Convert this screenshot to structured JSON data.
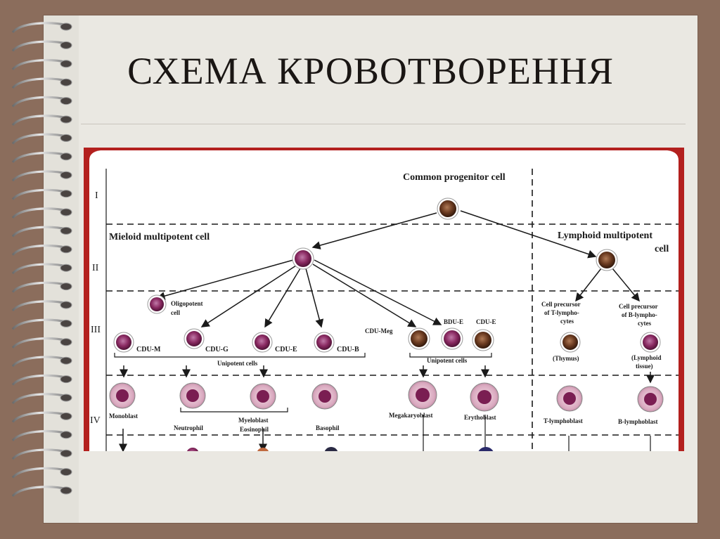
{
  "slide": {
    "title": "СХЕМА КРОВОТВОРЕННЯ"
  },
  "diagram": {
    "levels": [
      "I",
      "II",
      "III",
      "IV"
    ],
    "common": "Common progenitor cell",
    "myeloid": "Mieloid multipotent cell",
    "lymphoid_line1": "Lymphoid multipotent",
    "lymphoid_line2": "cell",
    "oligopotent_line1": "Oligopotent",
    "oligopotent_line2": "cell",
    "cdu_m": "CDU-M",
    "cdu_g": "CDU-G",
    "cdu_e": "CDU-E",
    "cdu_b": "CDU-B",
    "cdu_meg": "CDU-Meg",
    "bdu_e": "BDU-E",
    "cdu_e2": "CDU-E",
    "unipotent_1": "Unipotent cells",
    "unipotent_2": "Unipotent cells",
    "t_prec_line1": "Cell precursor",
    "t_prec_line2": "of T-lympho-",
    "t_prec_line3": "cytes",
    "b_prec_line1": "Cell precursor",
    "b_prec_line2": "of B-lympho-",
    "b_prec_line3": "cytes",
    "thymus": "(Thymus)",
    "lymphoid_tissue_line1": "(Lymphoid",
    "lymphoid_tissue_line2": "tissue)",
    "monoblast": "Monoblast",
    "neutrophil": "Neutrophil",
    "myeloblast": "Myeloblast",
    "eosinophil": "Eosinophil",
    "basophil": "Basophil",
    "megakaryoblast": "Megakaryoblast",
    "erythoblast": "Erythoblast",
    "t_lymphoblast": "T-lymphoblast",
    "b_lymphoblast": "B-lymphoblast"
  },
  "colors": {
    "page": "#eae8e2",
    "border": "#8b6d5c",
    "figure_frame": "#b3201e",
    "cell_purple": "#8a2a62",
    "cell_brown": "#6a3a20"
  }
}
